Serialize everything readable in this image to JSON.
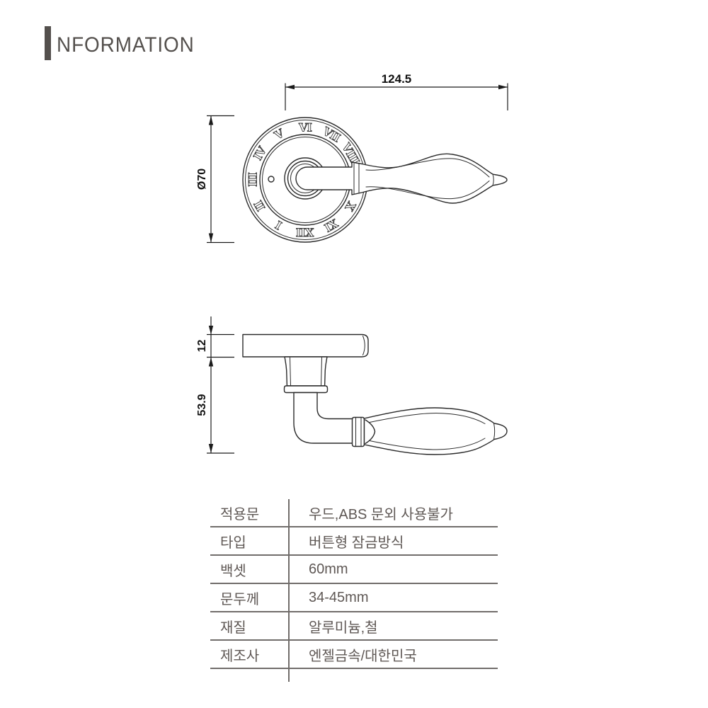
{
  "header": {
    "title": "INFORMATION",
    "title_initial": "I",
    "title_rest": "NFORMATION"
  },
  "front_view": {
    "numerals": [
      "VI",
      "VII",
      "VIII",
      "IX",
      "X",
      "XI",
      "XII",
      "I",
      "II",
      "III",
      "IV",
      "V"
    ],
    "dim_length": "124.5",
    "dim_diameter": "Ø70"
  },
  "side_view": {
    "dim_plate_thickness": "12",
    "dim_height": "53.9"
  },
  "spec_table": {
    "rows": [
      {
        "label": "적용문",
        "value": "우드,ABS 문외 사용불가"
      },
      {
        "label": "타입",
        "value": "버튼형 잠금방식"
      },
      {
        "label": "백셋",
        "value": "60mm"
      },
      {
        "label": "문두께",
        "value": "34-45mm"
      },
      {
        "label": "재질",
        "value": "알루미늄,철"
      },
      {
        "label": "제조사",
        "value": "엔젤금속/대한민국"
      }
    ]
  },
  "colors": {
    "drawing_line": "#2b2b2b",
    "dimension_line": "#1b1b1b",
    "table_line": "#716d6b",
    "table_text": "#5f5855",
    "header_text": "#54504d"
  }
}
